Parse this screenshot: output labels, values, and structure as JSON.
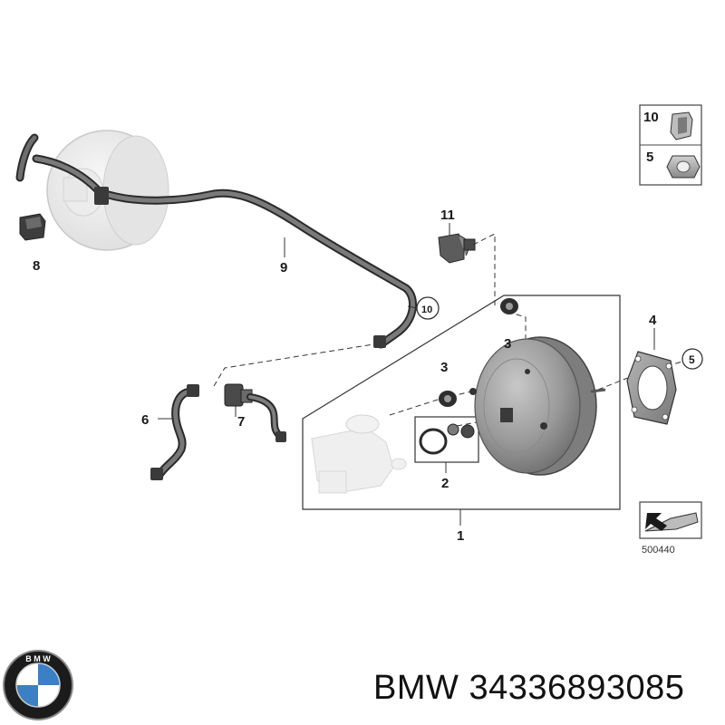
{
  "parts": {
    "p1": "1",
    "p2": "2",
    "p3a": "3",
    "p3b": "3",
    "p4": "4",
    "p5": "5",
    "p6": "6",
    "p7": "7",
    "p8": "8",
    "p9": "9",
    "p10": "10",
    "p11": "11"
  },
  "legend": {
    "p10": "10",
    "p5": "5"
  },
  "reference_number": "500440",
  "footer": {
    "brand": "BMW",
    "part_number": "34336893085"
  },
  "colors": {
    "line": "#333333",
    "part_fill": "#a9a9a9",
    "ghost_fill": "#eeeeee"
  }
}
